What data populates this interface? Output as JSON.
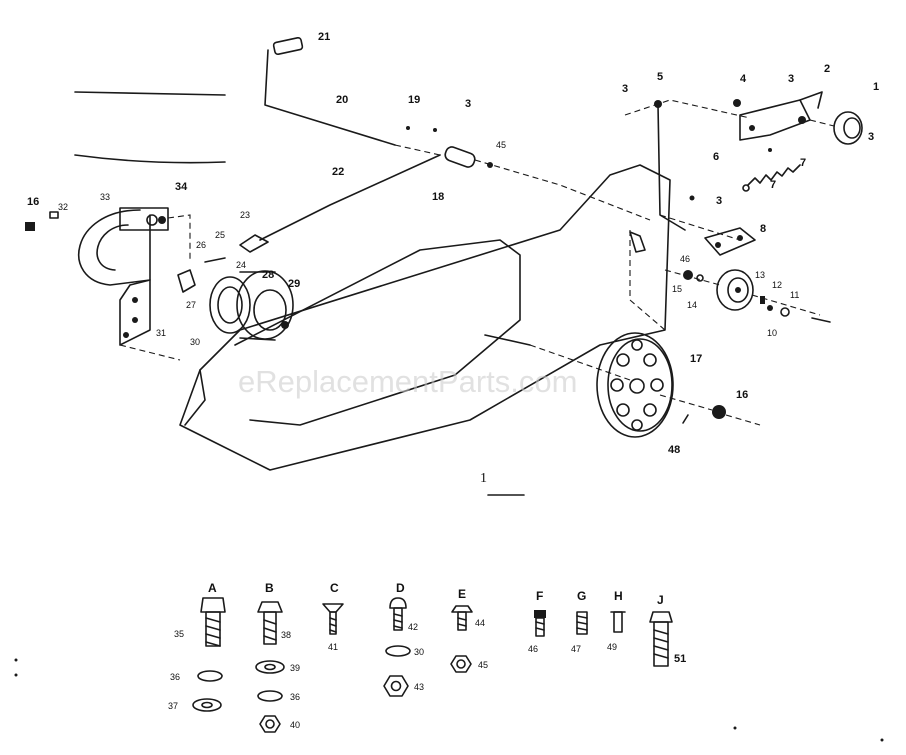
{
  "watermark": "eReplacementParts.com",
  "figure_number": "1",
  "callouts": {
    "c1": "1",
    "c2": "2",
    "c3a": "3",
    "c3b": "3",
    "c3c": "3",
    "c3d": "3",
    "c4": "4",
    "c5": "5",
    "c6": "6",
    "c7a": "7",
    "c7b": "7",
    "c8": "8",
    "c10": "10",
    "c11": "11",
    "c12": "12",
    "c13": "13",
    "c14": "14",
    "c15": "15",
    "c16a": "16",
    "c16b": "16",
    "c17": "17",
    "c18": "18",
    "c19": "19",
    "c20": "20",
    "c21": "21",
    "c22": "22",
    "c23": "23",
    "c24": "24",
    "c25": "25",
    "c26": "26",
    "c27": "27",
    "c28": "28",
    "c29": "29",
    "c30": "30",
    "c31": "31",
    "c32": "32",
    "c33": "33",
    "c34": "34",
    "c45": "45",
    "c46": "46",
    "c48": "48"
  },
  "hardware": [
    {
      "letter": "A",
      "items": [
        "35",
        "36",
        "37"
      ]
    },
    {
      "letter": "B",
      "items": [
        "38",
        "39",
        "36",
        "40"
      ]
    },
    {
      "letter": "C",
      "items": [
        "41"
      ]
    },
    {
      "letter": "D",
      "items": [
        "42",
        "30",
        "43"
      ]
    },
    {
      "letter": "E",
      "items": [
        "44",
        "45"
      ]
    },
    {
      "letter": "F",
      "items": [
        "46"
      ]
    },
    {
      "letter": "G",
      "items": [
        "47"
      ]
    },
    {
      "letter": "H",
      "items": [
        "49"
      ]
    },
    {
      "letter": "J",
      "items": [
        "51"
      ]
    }
  ]
}
